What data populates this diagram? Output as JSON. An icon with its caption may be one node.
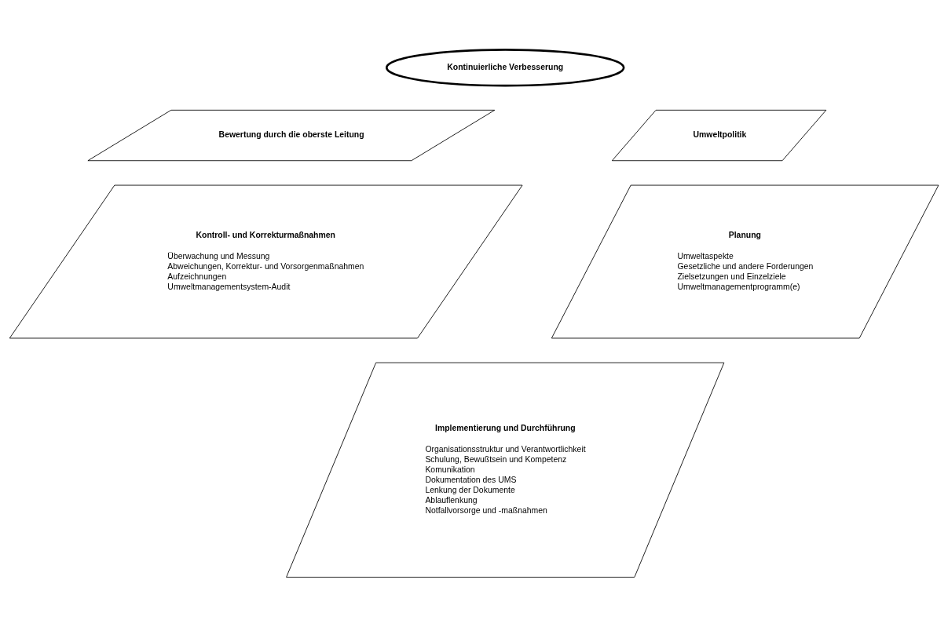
{
  "diagram": {
    "nodes": [
      {
        "text": [
          "Kontinuierliche Verbesserung"
        ]
      },
      {
        "text": [
          "Umweltpolitik"
        ]
      },
      {
        "text": [
          "Bewertung durch die oberste Leitung"
        ]
      },
      {
        "text": [
          "Planung",
          "Umweltaspekte",
          "Gesetzliche und andere Forderungen",
          "Zielsetzungen und Einzelziele",
          "Umweltmanagementprogramm(e)"
        ]
      },
      {
        "text": [
          "Kontroll- und Korrekturmaßnahmen",
          "Überwachung und Messung",
          "Abweichungen, Korrektur- und Vorsorgenmaßnahmen",
          "Aufzeichnungen",
          "Umweltmanagementsystem-Audit"
        ]
      },
      {
        "text": [
          "Implementierung und Durchführung",
          "Organisationsstruktur und Verantwortlichkeit",
          "Schulung, Bewußtsein und Kompetenz",
          "Komunikation",
          "Dokumentation des UMS",
          "Lenkung der Dokumente",
          "Ablauflenkung",
          "Notfallvorsorge und -maßnahmen"
        ]
      }
    ],
    "edges": []
  }
}
